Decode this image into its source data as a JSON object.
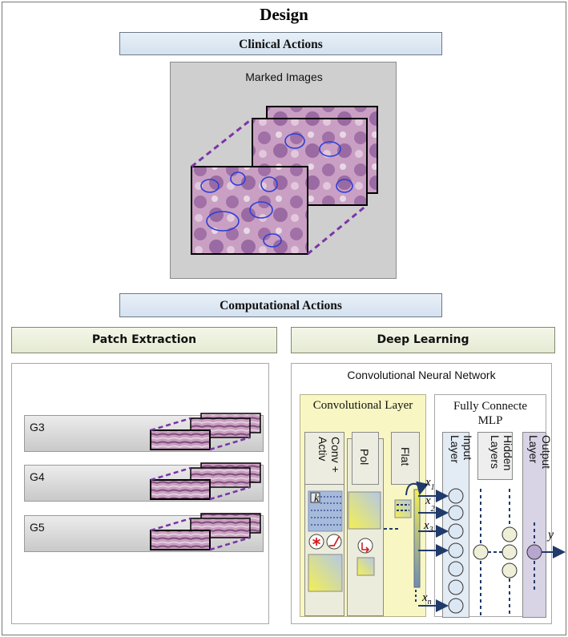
{
  "title": "Design",
  "clinical": {
    "label": "Clinical Actions",
    "marked_images": "Marked Images"
  },
  "computational": {
    "label": "Computational Actions"
  },
  "patch_extraction": {
    "label": "Patch Extraction",
    "grades": [
      "G3",
      "G4",
      "G5"
    ]
  },
  "deep_learning": {
    "label": "Deep Learning",
    "cnn_title": "Convolutional Neural Network",
    "conv_layer": "Convolutional Layer",
    "conv_activ": "Conv + Activ",
    "pol": "Pol",
    "flat": "Flat",
    "mlp_title_1": "Fully Connecte",
    "mlp_title_2": "MLP",
    "input_layer": "Input Layer",
    "hidden_layers": "Hidden Layers",
    "output_layer": "Output Layer",
    "k": "k",
    "x": "x",
    "x1_sub": "1",
    "x2_sub": "2",
    "x3": "x",
    "x3_sub": "3",
    "xn": "x",
    "xn_sub": "n",
    "y": "y"
  },
  "colors": {
    "purple_dash": "#7a35a8",
    "arrow_navy": "#1f3a6b",
    "conv_yellow": "#f8f6c2",
    "node_fill": "#dbe7f3",
    "output_node": "#b7a6d0"
  }
}
